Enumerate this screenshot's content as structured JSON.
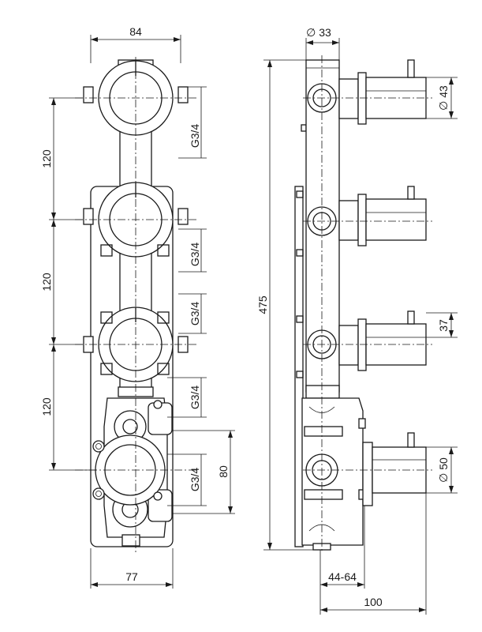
{
  "dimensions": {
    "top_width": "84",
    "bottom_width": "77",
    "spacing_1": "120",
    "spacing_2": "120",
    "spacing_3": "120",
    "thread_1": "G3/4",
    "thread_2": "G3/4",
    "thread_3": "G3/4",
    "thread_4": "G3/4",
    "thread_5": "G3/4",
    "port_spacing": "80",
    "tube_diameter": "∅ 33",
    "total_height": "475",
    "handle_diameter": "∅ 43",
    "handle_length": "37",
    "knob_diameter": "∅ 50",
    "depth_range": "44-64",
    "total_depth": "100"
  }
}
